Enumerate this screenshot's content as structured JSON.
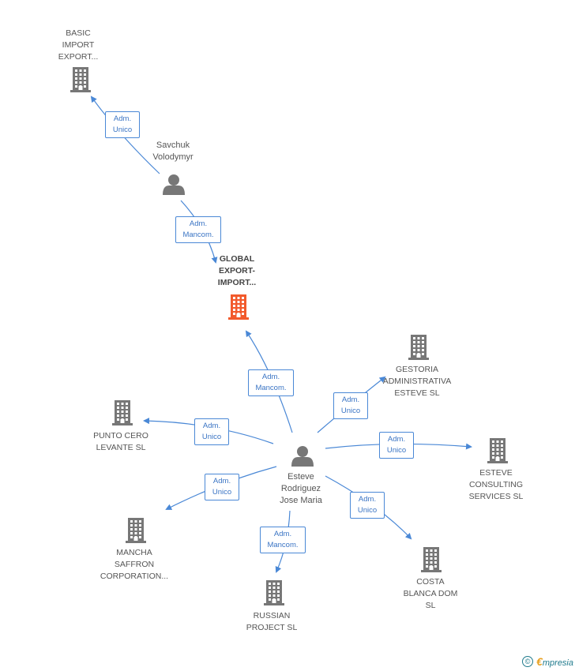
{
  "diagram": {
    "colors": {
      "company": "#777777",
      "focus_company": "#f25a2c",
      "person": "#777777",
      "edge": "#4a88d6"
    },
    "nodes": [
      {
        "id": "basic",
        "type": "company",
        "label": "BASIC\nIMPORT\nEXPORT..."
      },
      {
        "id": "savchuk",
        "type": "person",
        "label": "Savchuk\nVolodymyr"
      },
      {
        "id": "global",
        "type": "focus",
        "label": "GLOBAL\nEXPORT-\nIMPORT..."
      },
      {
        "id": "gestoria",
        "type": "company",
        "label": "GESTORIA\nADMINISTRATIVA\nESTEVE  SL"
      },
      {
        "id": "punto",
        "type": "company",
        "label": "PUNTO CERO\nLEVANTE SL"
      },
      {
        "id": "esteve",
        "type": "person",
        "label": "Esteve\nRodriguez\nJose Maria"
      },
      {
        "id": "consulting",
        "type": "company",
        "label": "ESTEVE\nCONSULTING\nSERVICES SL"
      },
      {
        "id": "mancha",
        "type": "company",
        "label": "MANCHA\nSAFFRON\nCORPORATION..."
      },
      {
        "id": "costa",
        "type": "company",
        "label": "COSTA\nBLANCA DOM\nSL"
      },
      {
        "id": "russian",
        "type": "company",
        "label": "RUSSIAN\nPROJECT SL"
      }
    ],
    "edges": [
      {
        "id": "e1",
        "from": "savchuk",
        "to": "basic",
        "label": "Adm.\nUnico"
      },
      {
        "id": "e2",
        "from": "savchuk",
        "to": "global",
        "label": "Adm.\nMancom."
      },
      {
        "id": "e3",
        "from": "esteve",
        "to": "global",
        "label": "Adm.\nMancom."
      },
      {
        "id": "e4",
        "from": "esteve",
        "to": "gestoria",
        "label": "Adm.\nUnico"
      },
      {
        "id": "e5",
        "from": "esteve",
        "to": "punto",
        "label": "Adm.\nUnico"
      },
      {
        "id": "e6",
        "from": "esteve",
        "to": "consulting",
        "label": "Adm.\nUnico"
      },
      {
        "id": "e7",
        "from": "esteve",
        "to": "mancha",
        "label": "Adm.\nUnico"
      },
      {
        "id": "e8",
        "from": "esteve",
        "to": "costa",
        "label": "Adm.\nUnico"
      },
      {
        "id": "e9",
        "from": "esteve",
        "to": "russian",
        "label": "Adm.\nMancom."
      }
    ]
  },
  "footer": {
    "copyright_symbol": "©",
    "brand_initial": "€",
    "brand_rest": "mpresia"
  }
}
